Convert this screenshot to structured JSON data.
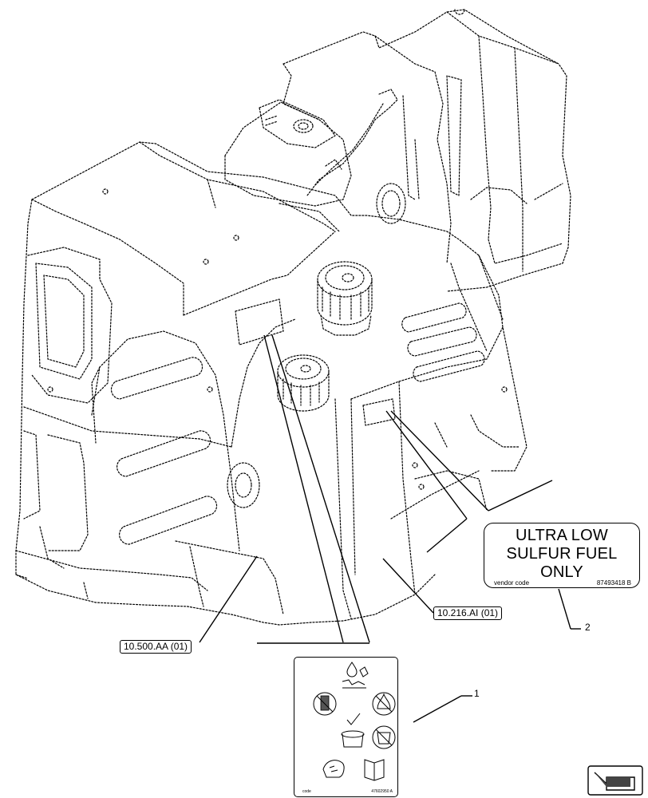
{
  "references": {
    "ref_left": "10.500.AA (01)",
    "ref_right": "10.216.AI (01)"
  },
  "callouts": {
    "item_1": "1",
    "item_2": "2"
  },
  "decal": {
    "line1": "ULTRA LOW",
    "line2": "SULFUR FUEL",
    "line3": "ONLY",
    "vendor_code": "vendor code",
    "part_number": "87493418 B"
  },
  "label_card": {
    "code": "code",
    "part_number": "47602950 A",
    "icons": [
      "fuel-drop-icon",
      "no-phone-icon",
      "no-fire-icon",
      "fuel-filter-check-icon",
      "no-open-flame-icon",
      "glove-hand-icon",
      "manual-book-icon"
    ]
  },
  "colors": {
    "line": "#000000",
    "background": "#ffffff"
  }
}
